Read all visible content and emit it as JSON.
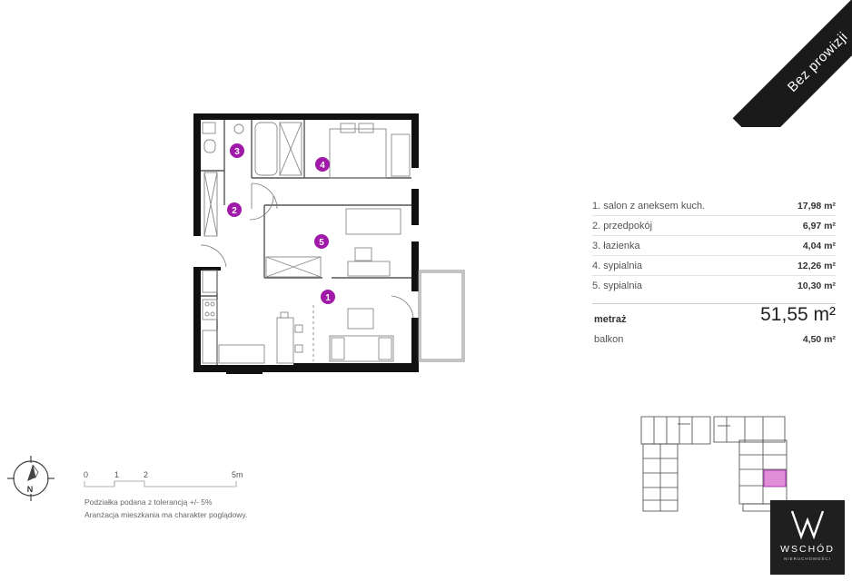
{
  "badge": {
    "text": "Bez prowizji"
  },
  "rooms": [
    {
      "name": "1. salon z aneksem kuch.",
      "area": "17,98 m²"
    },
    {
      "name": "2. przedpokój",
      "area": "6,97 m²"
    },
    {
      "name": "3. łazienka",
      "area": "4,04 m²"
    },
    {
      "name": "4. sypialnia",
      "area": "12,26 m²"
    },
    {
      "name": "5. sypialnia",
      "area": "10,30 m²"
    }
  ],
  "total": {
    "label": "metraż",
    "value": "51,55 m²"
  },
  "balcony": {
    "label": "balkon",
    "value": "4,50 m²"
  },
  "room_markers": [
    "1",
    "2",
    "3",
    "4",
    "5"
  ],
  "compass": {
    "label": "N"
  },
  "scale": {
    "ticks": [
      "0",
      "1",
      "2",
      "5m"
    ]
  },
  "notes": [
    "Podziałka podana z tolerancją +/- 5%",
    "Aranżacja mieszkania ma charakter poglądowy."
  ],
  "logo": {
    "brand": "WSCHÓD",
    "sub": "NIERUCHOMOŚCI"
  },
  "colors": {
    "marker": "#a019a8",
    "highlight": "#e08ed8",
    "wall": "#111111"
  }
}
